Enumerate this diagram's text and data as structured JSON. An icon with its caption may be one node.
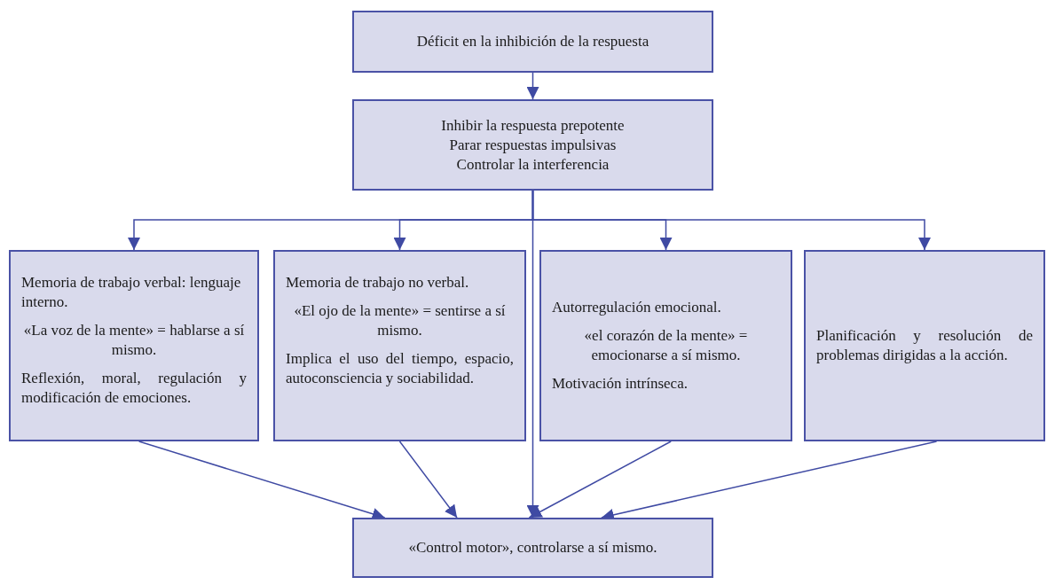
{
  "diagram": {
    "nodes": [
      {
        "text": [
          "Déficit en la inhibición de la respuesta"
        ]
      },
      {
        "text": [
          "Inhibir la respuesta prepotente",
          "Parar respuestas impulsivas",
          "Controlar la interferencia"
        ]
      },
      {
        "text": [
          "Memoria de trabajo verbal: lenguaje interno.",
          "«La voz de la mente» = hablarse a sí mismo.",
          "Reflexión, moral, regulación y modificación de emociones."
        ]
      },
      {
        "text": [
          "Memoria de trabajo no verbal.",
          "«El ojo de la mente» = sentirse a sí mismo.",
          "Implica el uso del tiempo, espacio, autoconsciencia y sociabilidad."
        ]
      },
      {
        "text": [
          "Autorregulación emocional.",
          "«el corazón de la mente» = emocionarse a sí mismo.",
          "Motivación intrínseca."
        ]
      },
      {
        "text": [
          "Planificación y resolución de problemas dirigidas a la acción."
        ]
      },
      {
        "text": [
          "«Control motor», controlarse a sí mismo."
        ]
      }
    ],
    "edges": [
      {
        "from": 0,
        "to": 1,
        "arrow": "to"
      },
      {
        "from": 1,
        "to": 2,
        "arrow": "to"
      },
      {
        "from": 1,
        "to": 3,
        "arrow": "to"
      },
      {
        "from": 1,
        "to": 4,
        "arrow": "to"
      },
      {
        "from": 1,
        "to": 5,
        "arrow": "to"
      },
      {
        "from": 1,
        "to": 6,
        "arrow": "to"
      },
      {
        "from": 2,
        "to": 6,
        "arrow": "to"
      },
      {
        "from": 3,
        "to": 6,
        "arrow": "to"
      },
      {
        "from": 4,
        "to": 6,
        "arrow": "to"
      },
      {
        "from": 5,
        "to": 6,
        "arrow": "to"
      }
    ]
  }
}
